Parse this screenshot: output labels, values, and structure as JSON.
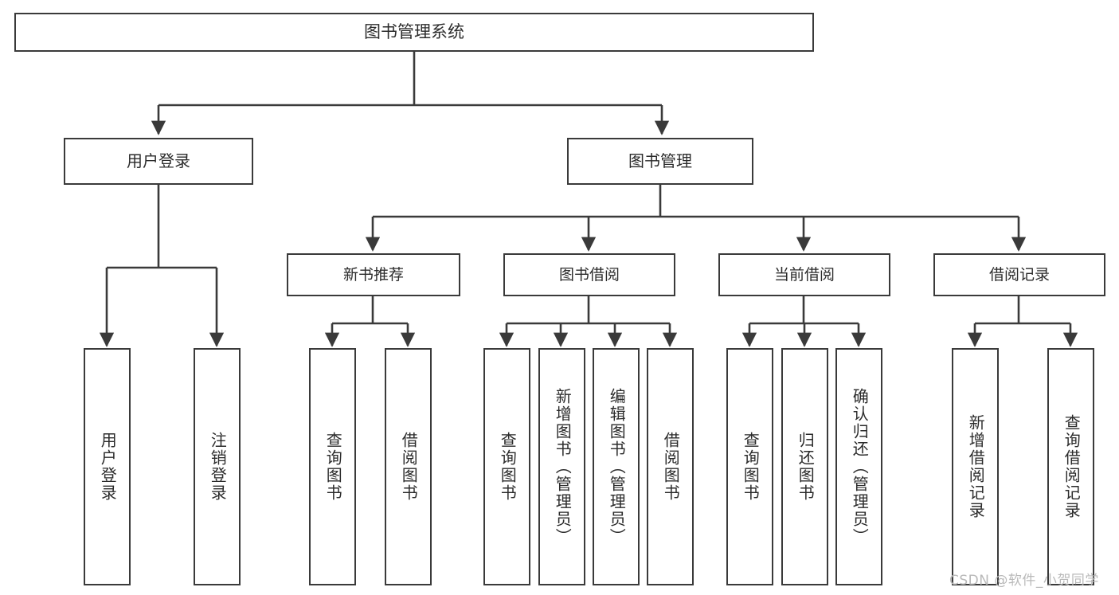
{
  "diagram": {
    "title": "图书管理系统",
    "type": "tree-hierarchy-diagram",
    "colors": {
      "stroke": "#3a3a3a",
      "text": "#2b2b2b",
      "background": "#ffffff",
      "watermark": "#b9b9b9"
    },
    "nodes": {
      "root": {
        "label": "图书管理系统"
      },
      "level1": [
        {
          "id": "user-login",
          "label": "用户登录"
        },
        {
          "id": "book-management",
          "label": "图书管理"
        }
      ],
      "level2": [
        {
          "id": "new-book-recommend",
          "label": "新书推荐"
        },
        {
          "id": "book-borrow",
          "label": "图书借阅"
        },
        {
          "id": "current-borrow",
          "label": "当前借阅"
        },
        {
          "id": "borrow-record",
          "label": "借阅记录"
        }
      ],
      "leaves": {
        "user_login": [
          {
            "id": "leaf-user-login",
            "label": "用户登录"
          },
          {
            "id": "leaf-logout-login",
            "label": "注销登录"
          }
        ],
        "new_book_recommend": [
          {
            "id": "leaf-query-book-1",
            "label": "查询图书"
          },
          {
            "id": "leaf-borrow-book-1",
            "label": "借阅图书"
          }
        ],
        "book_borrow": [
          {
            "id": "leaf-query-book-2",
            "label": "查询图书"
          },
          {
            "id": "leaf-add-book",
            "label": "新增图书（管理员）"
          },
          {
            "id": "leaf-edit-book",
            "label": "编辑图书（管理员）"
          },
          {
            "id": "leaf-borrow-book-2",
            "label": "借阅图书"
          }
        ],
        "current_borrow": [
          {
            "id": "leaf-query-book-3",
            "label": "查询图书"
          },
          {
            "id": "leaf-return-book",
            "label": "归还图书"
          },
          {
            "id": "leaf-confirm-return",
            "label": "确认归还（管理员）"
          }
        ],
        "borrow_record": [
          {
            "id": "leaf-add-record",
            "label": "新增借阅记录"
          },
          {
            "id": "leaf-query-record",
            "label": "查询借阅记录"
          }
        ]
      }
    }
  },
  "watermark": {
    "text": "CSDN @软件_小贺同学"
  }
}
